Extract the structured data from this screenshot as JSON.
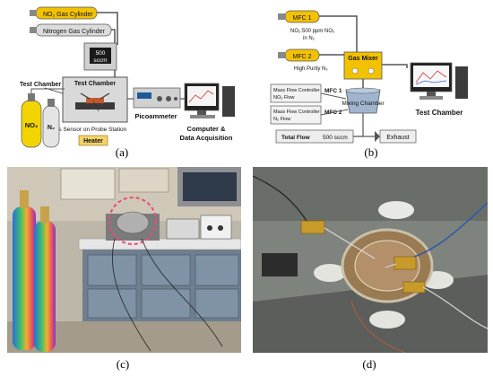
{
  "panel_a": {
    "caption": "(a)",
    "no2_cylinder": "NO₂ Gas Cylinder",
    "nitrogen_cylinder": "Nitrogen Gas Cylinder",
    "flow_display_value": "500",
    "flow_display_unit": "sccm",
    "test_chamber_left": "Test Chamber",
    "test_chamber_box": "Test Chamber",
    "cylinder_no2": "NO₂",
    "cylinder_n2": "N₂",
    "gas_sensor": "Gas Sensor on Probe Station",
    "heater": "Heater",
    "picoammeter": "Picoammeter",
    "computer_line1": "Computer &",
    "computer_line2": "Data Acquisition"
  },
  "panel_b": {
    "caption": "(b)",
    "mfc1_tag": "MFC 1",
    "mfc2_tag": "MFC 2",
    "no2_mix_line1": "NO₂:500 ppm NO₂",
    "no2_mix_line2": "in N₂",
    "high_purity": "High Purity N₂",
    "gas_mixer": "Gas Mixer",
    "mixing_chamber": "Mixing Chamber",
    "test_chamber": "Test Chamber",
    "mfc_controller1_line1": "Mass Flow Controller",
    "mfc_controller1_line2": "NO₂ Flow",
    "mfc_controller1_tag": "MFC 1",
    "mfc_controller2_line1": "Mass Flow Controller",
    "mfc_controller2_line2": "N₂ Flow",
    "mfc_controller2_tag": "MFC 2",
    "total_flow_label": "Total Flow",
    "total_flow_value": "500 sccm",
    "exhaust": "Exhaust"
  },
  "panel_c": {
    "caption": "(c)"
  },
  "panel_d": {
    "caption": "(d)"
  }
}
